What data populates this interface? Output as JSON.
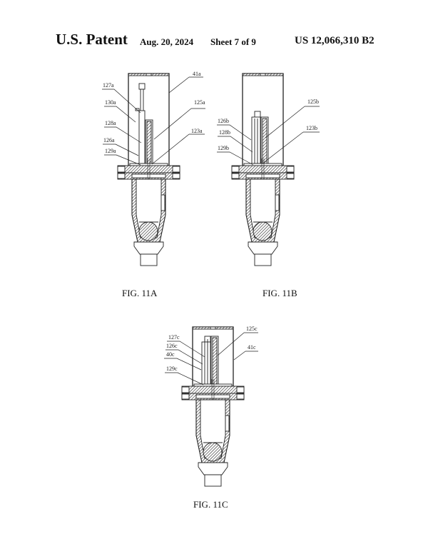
{
  "header": {
    "title": "U.S. Patent",
    "date": "Aug. 20, 2024",
    "sheet": "Sheet 7 of 9",
    "patent_number": "US 12,066,310 B2"
  },
  "figures": [
    {
      "caption": "FIG. 11A",
      "labels": [
        "41a",
        "127a",
        "130a",
        "125a",
        "128a",
        "123a",
        "126a",
        "129a"
      ]
    },
    {
      "caption": "FIG. 11B",
      "labels": [
        "125b",
        "126b",
        "123b",
        "128b",
        "129b"
      ]
    },
    {
      "caption": "FIG. 11C",
      "labels": [
        "125c",
        "127c",
        "126c",
        "41c",
        "40c",
        "129c"
      ]
    }
  ]
}
